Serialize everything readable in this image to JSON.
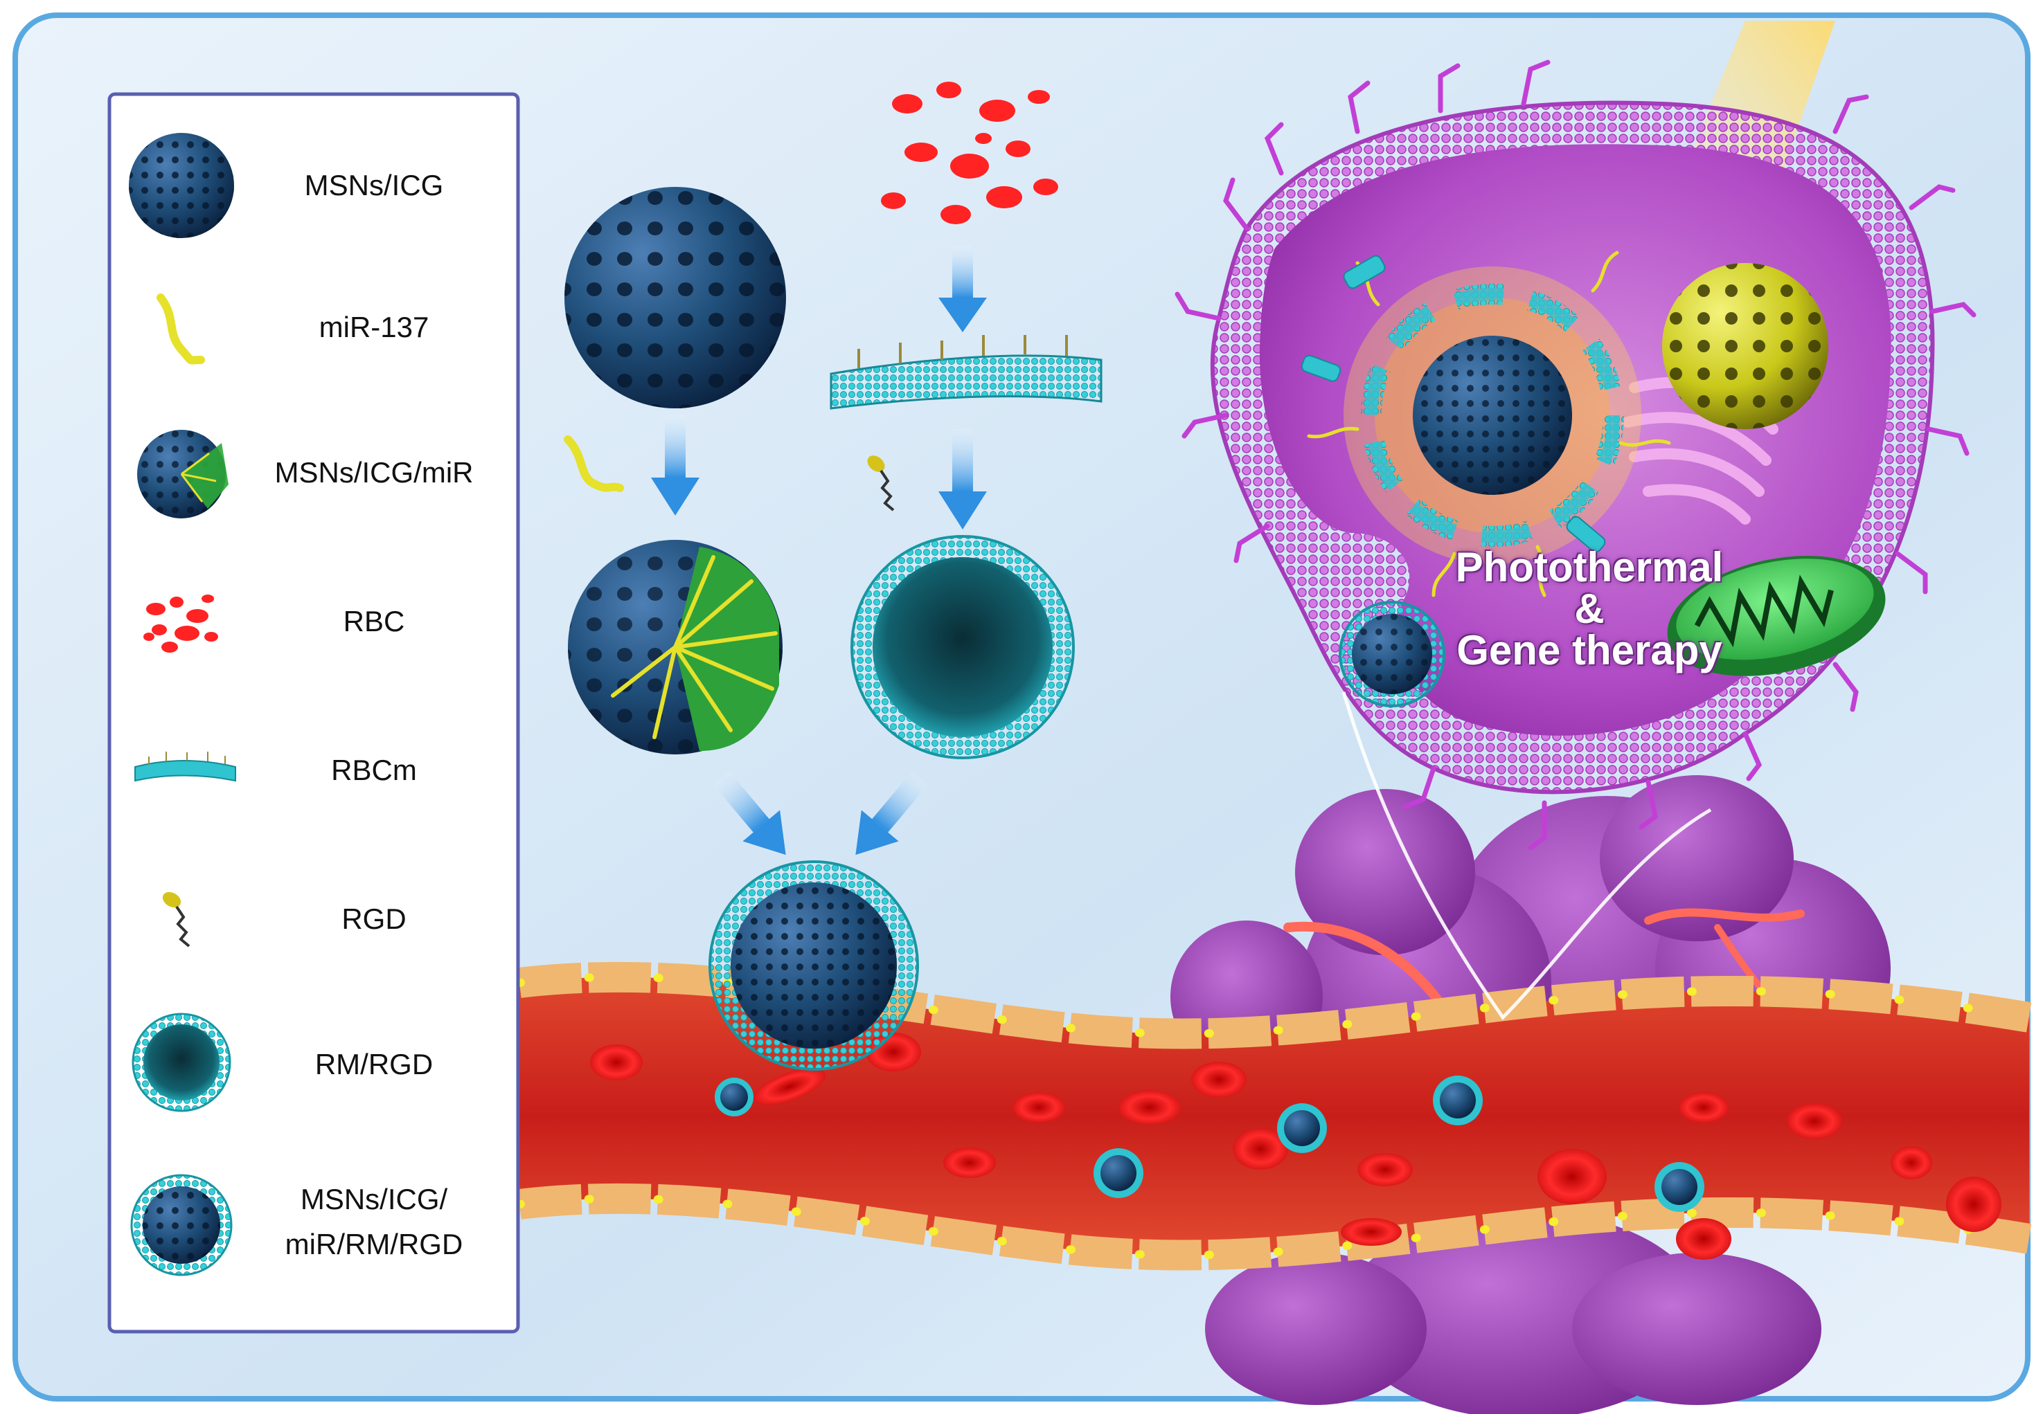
{
  "legend": {
    "items": [
      {
        "label": "MSNs/ICG",
        "icon": "msn-icg-icon"
      },
      {
        "label": "miR-137",
        "icon": "mirna-strand-icon"
      },
      {
        "label": "MSNs/ICG/miR",
        "icon": "msn-icg-mir-icon"
      },
      {
        "label": "RBC",
        "icon": "red-blood-cells-icon"
      },
      {
        "label": "RBCm",
        "icon": "rbc-membrane-icon"
      },
      {
        "label": "RGD",
        "icon": "rgd-peptide-icon"
      },
      {
        "label": "RM/RGD",
        "icon": "rm-rgd-vesicle-icon"
      },
      {
        "label": "MSNs/ICG/\nmiR/RM/RGD",
        "label_line1": "MSNs/ICG/",
        "label_line2": "miR/RM/RGD",
        "icon": "final-nanoparticle-icon"
      }
    ]
  },
  "therapy": {
    "line1": "Photothermal",
    "line2": "&",
    "line3": "Gene therapy"
  },
  "colors": {
    "background_top": "#dbeaf7",
    "frame": "#5aa8e0",
    "legend_border": "#5b5fb0",
    "msn_blue": "#1f4e79",
    "membrane_cyan": "#2fc4cf",
    "mirna_yellow": "#e6e12a",
    "rbc_red": "#e41a1a",
    "vessel_red": "#d3261d",
    "cell_purple": "#b650c8",
    "tumor_purple": "#9b3fb3",
    "mito_green": "#3fcf55",
    "arrow_blue": "#2f8fe0"
  }
}
